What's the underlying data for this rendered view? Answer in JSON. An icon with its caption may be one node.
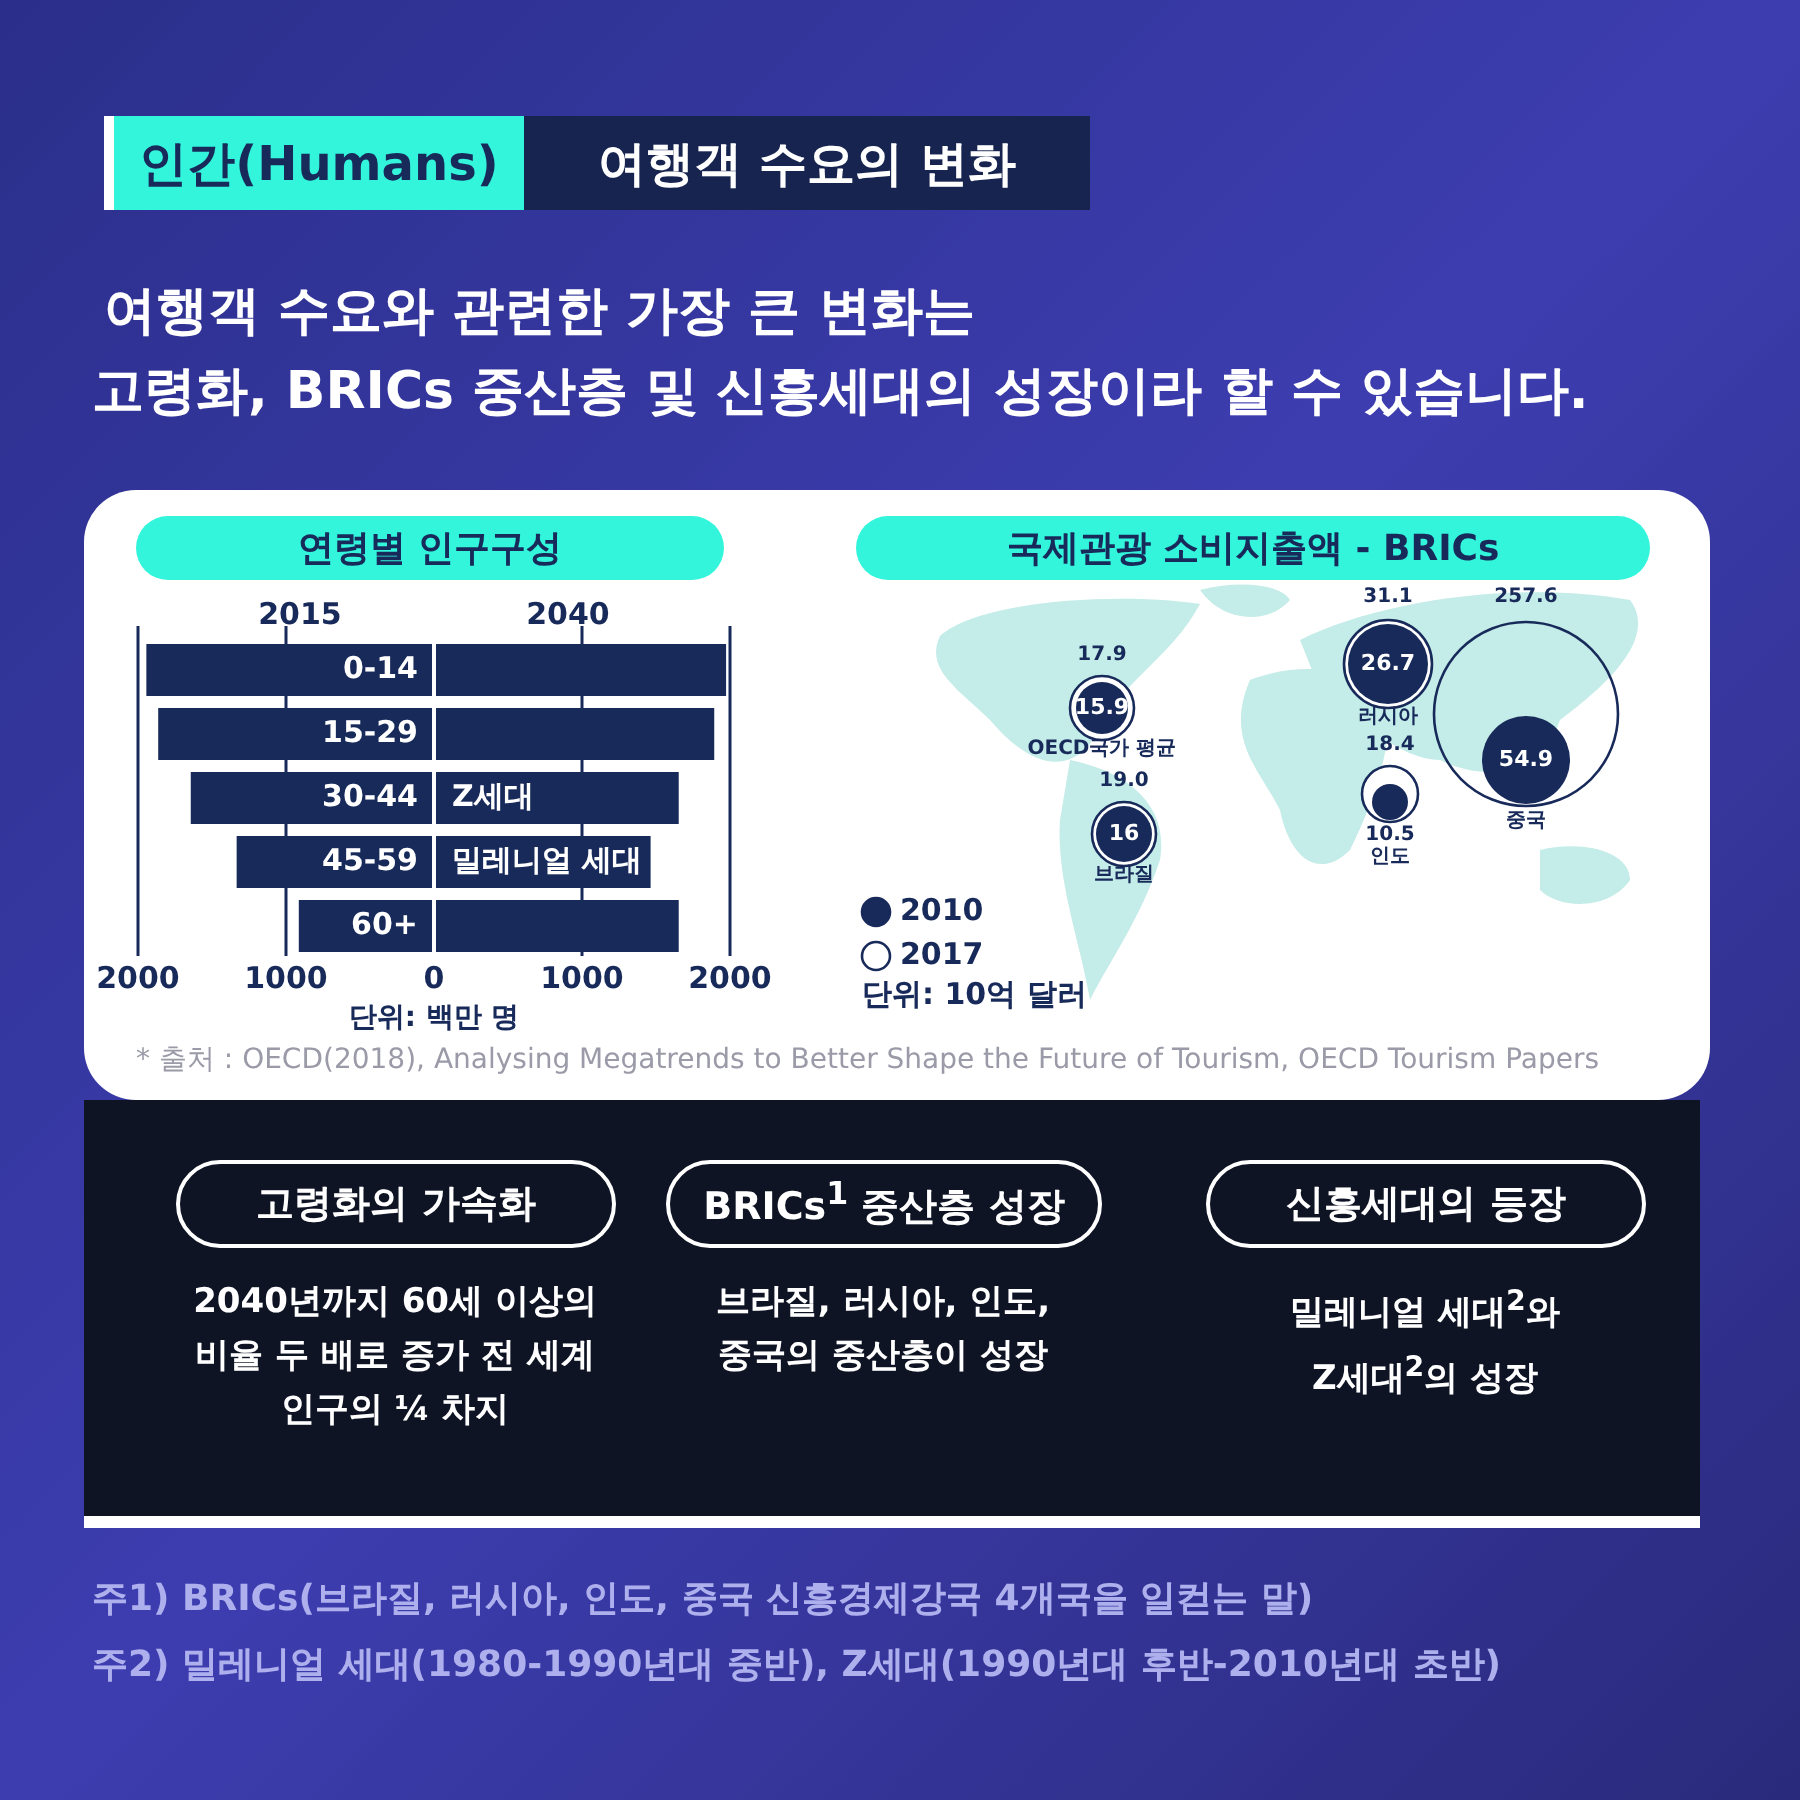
{
  "diagram": {
    "nodes": [
      {
        "text": [
          "인간(Humans)"
        ]
      },
      {
        "text": [
          "여행객 수요의 변화"
        ]
      },
      {
        "text": [
          "연령별 인구구성"
        ]
      },
      {
        "text": [
          "국제관광 소비지출액 - BRICs"
        ]
      },
      {
        "text": [
          "고령화의 가속화"
        ],
        "beside": [
          "2040년까지 60세 이상의 비율 두 배로 증가 전 세계 인구의 ¼ 차지"
        ]
      },
      {
        "text": [
          "BRICs$^{1}$ 중산층 성장"
        ],
        "beside": [
          "브라질, 러시아, 인도, 중국의 중산층이 성장"
        ]
      },
      {
        "text": [
          "신흥세대의 등장"
        ],
        "beside": [
          "밀레니얼 세대$^{2}$와 Z세대$^{2}$의 성장"
        ]
      }
    ],
    "labels": [
      "여행객 수요와 관련한 가장 큰 변화는",
      "**고령화, BRICs 중산층 및 신흥세대의 성장**이라 할 수 있습니다.",
      "단위: 백만 명",
      "17.9",
      "15.9",
      "OECD국가 평균",
      "19.0",
      "16",
      "브라질",
      "31.1",
      "26.7",
      "러시아",
      "18.4",
      "10.5",
      "인도",
      "257.6",
      "54.9",
      "중국",
      "단위: 10억 달러",
      "* 출처 : OECD(2018), Analysing Megatrends to Better Shape the Future of Tourism, OECD Tourism Papers",
      "주1) BRICs(브라질, 러시아, 인도, 중국 신흥경제강국 4개국을 일컫는 말)",
      "주2) 밀레니얼 세대(1980-1990년대 중반), Z세대(1990년대 후반-2010년대 초반)"
    ],
    "legend": [
      {
        "text": "2010",
        "color": "#172a5a"
      },
      {
        "text": "2017"
      }
    ],
    "chart_data": {
      "type": "bar",
      "orientation": "horizontal",
      "categories": [
        "0-14",
        "15-29",
        "30-44",
        "45-59",
        "60+"
      ],
      "stacked": true,
      "series": [
        {
          "name": "2015",
          "color": "#172a5a",
          "values": [
            -1930,
            -1850,
            -1630,
            -1320,
            -900
          ]
        },
        {
          "name": "2040",
          "color": "#172a5a",
          "values": [
            1960,
            1880,
            1640,
            1450,
            1640
          ]
        }
      ],
      "xlim": [
        -2000,
        2000
      ],
      "xticks": [
        {
          "value": -2000,
          "label": "2000"
        },
        {
          "value": -1000,
          "label": "1000"
        },
        0,
        {
          "value": 1000,
          "label": "1000"
        },
        {
          "value": 2000,
          "label": "2000"
        }
      ],
      "annotations": [
        {
          "x": 0,
          "y": "30-44",
          "text": "Z세대"
        },
        {
          "x": 0,
          "y": "45-59",
          "text": "밀레니얼 세대"
        }
      ]
    }
  }
}
